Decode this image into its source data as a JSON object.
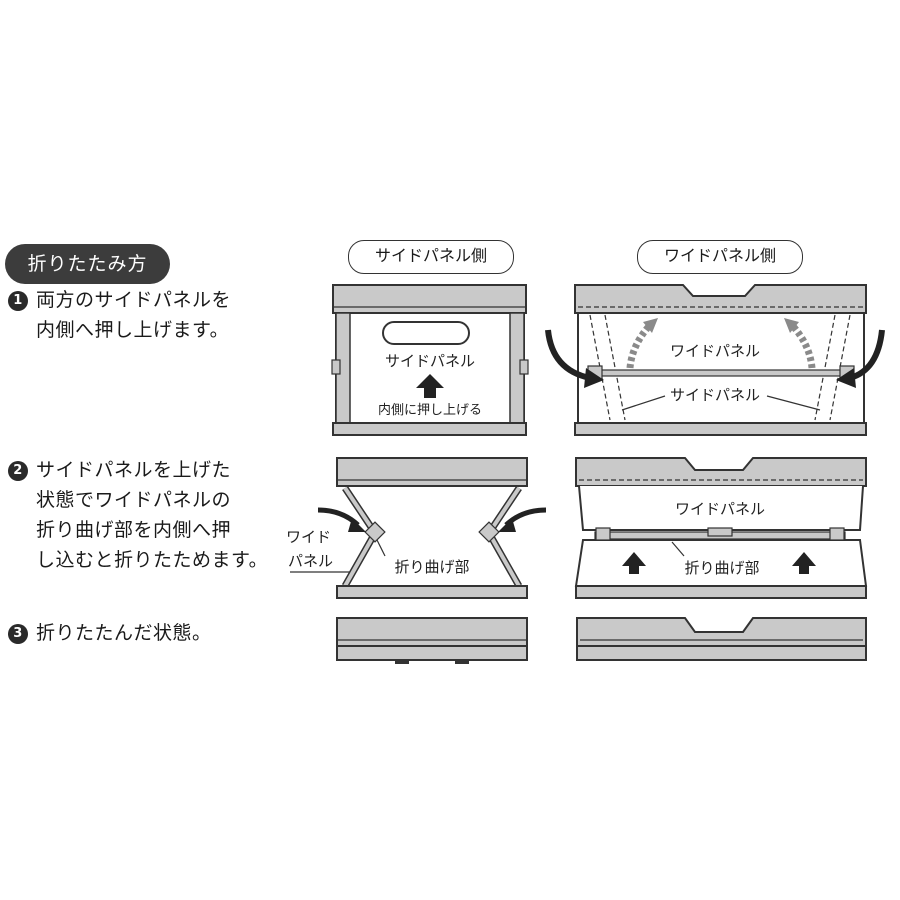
{
  "header": {
    "title": "折りたたみ方"
  },
  "steps": [
    {
      "number": "1",
      "lines": [
        "両方のサイドパネルを",
        "内側へ押し上げます。"
      ]
    },
    {
      "number": "2",
      "lines": [
        "サイドパネルを上げた",
        "状態でワイドパネルの",
        "折り曲げ部を内側へ押",
        "し込むと折りたためます。"
      ]
    },
    {
      "number": "3",
      "lines": [
        "折りたたんだ状態。"
      ]
    }
  ],
  "views": {
    "side_panel_view": "サイドパネル側",
    "wide_panel_view": "ワイドパネル側"
  },
  "labels": {
    "side_panel": "サイドパネル",
    "push_inward_up": "内側に押し上げる",
    "wide_panel": "ワイドパネル",
    "wide": "ワイド",
    "panel": "パネル",
    "fold_part": "折り曲げ部"
  },
  "colors": {
    "box_fill": "#c9c9c9",
    "outline": "#333333",
    "pill": "#3c3c3c",
    "dotted_arrow": "#8a8a8a"
  }
}
